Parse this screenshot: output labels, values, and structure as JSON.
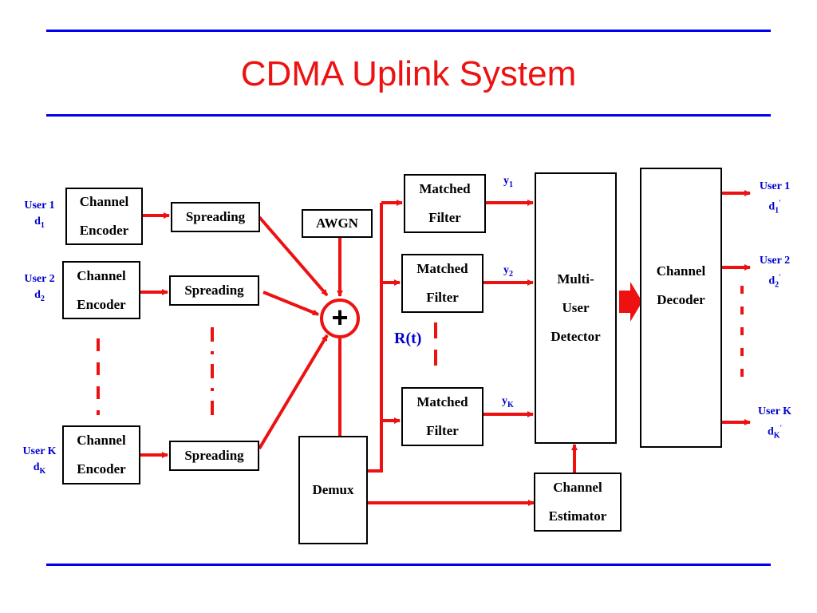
{
  "title": "CDMA Uplink System",
  "encoders": [
    {
      "line1": "Channel",
      "line2": "Encoder"
    },
    {
      "line1": "Channel",
      "line2": "Encoder"
    },
    {
      "line1": "Channel",
      "line2": "Encoder"
    }
  ],
  "spreading": [
    "Spreading",
    "Spreading",
    "Spreading"
  ],
  "inputs": [
    {
      "user": "User 1",
      "d": "d",
      "sub": "1"
    },
    {
      "user": "User 2",
      "d": "d",
      "sub": "2"
    },
    {
      "user": "User K",
      "d": "d",
      "sub": "K"
    }
  ],
  "awgn": "AWGN",
  "sum_symbol": "+",
  "demux": "Demux",
  "matched_filters": [
    {
      "line1": "Matched",
      "line2": "Filter"
    },
    {
      "line1": "Matched",
      "line2": "Filter"
    },
    {
      "line1": "Matched",
      "line2": "Filter"
    }
  ],
  "y_labels": [
    {
      "y": "y",
      "sub": "1"
    },
    {
      "y": "y",
      "sub": "2"
    },
    {
      "y": "y",
      "sub": "K"
    }
  ],
  "rt_label": "R(t)",
  "mud": {
    "line1": "Multi-",
    "line2": "User",
    "line3": "Detector"
  },
  "channel_estimator": {
    "line1": "Channel",
    "line2": "Estimator"
  },
  "channel_decoder": {
    "line1": "Channel",
    "line2": "Decoder"
  },
  "outputs": [
    {
      "user": "User 1",
      "d": "d",
      "sub": "1",
      "prime": "'"
    },
    {
      "user": "User 2",
      "d": "d",
      "sub": "2",
      "prime": "'"
    },
    {
      "user": "User K",
      "d": "d",
      "sub": "K",
      "prime": "'"
    }
  ],
  "colors": {
    "accent_red": "#ee1111",
    "label_blue": "#0000cc",
    "rule_blue": "#0000ee"
  }
}
